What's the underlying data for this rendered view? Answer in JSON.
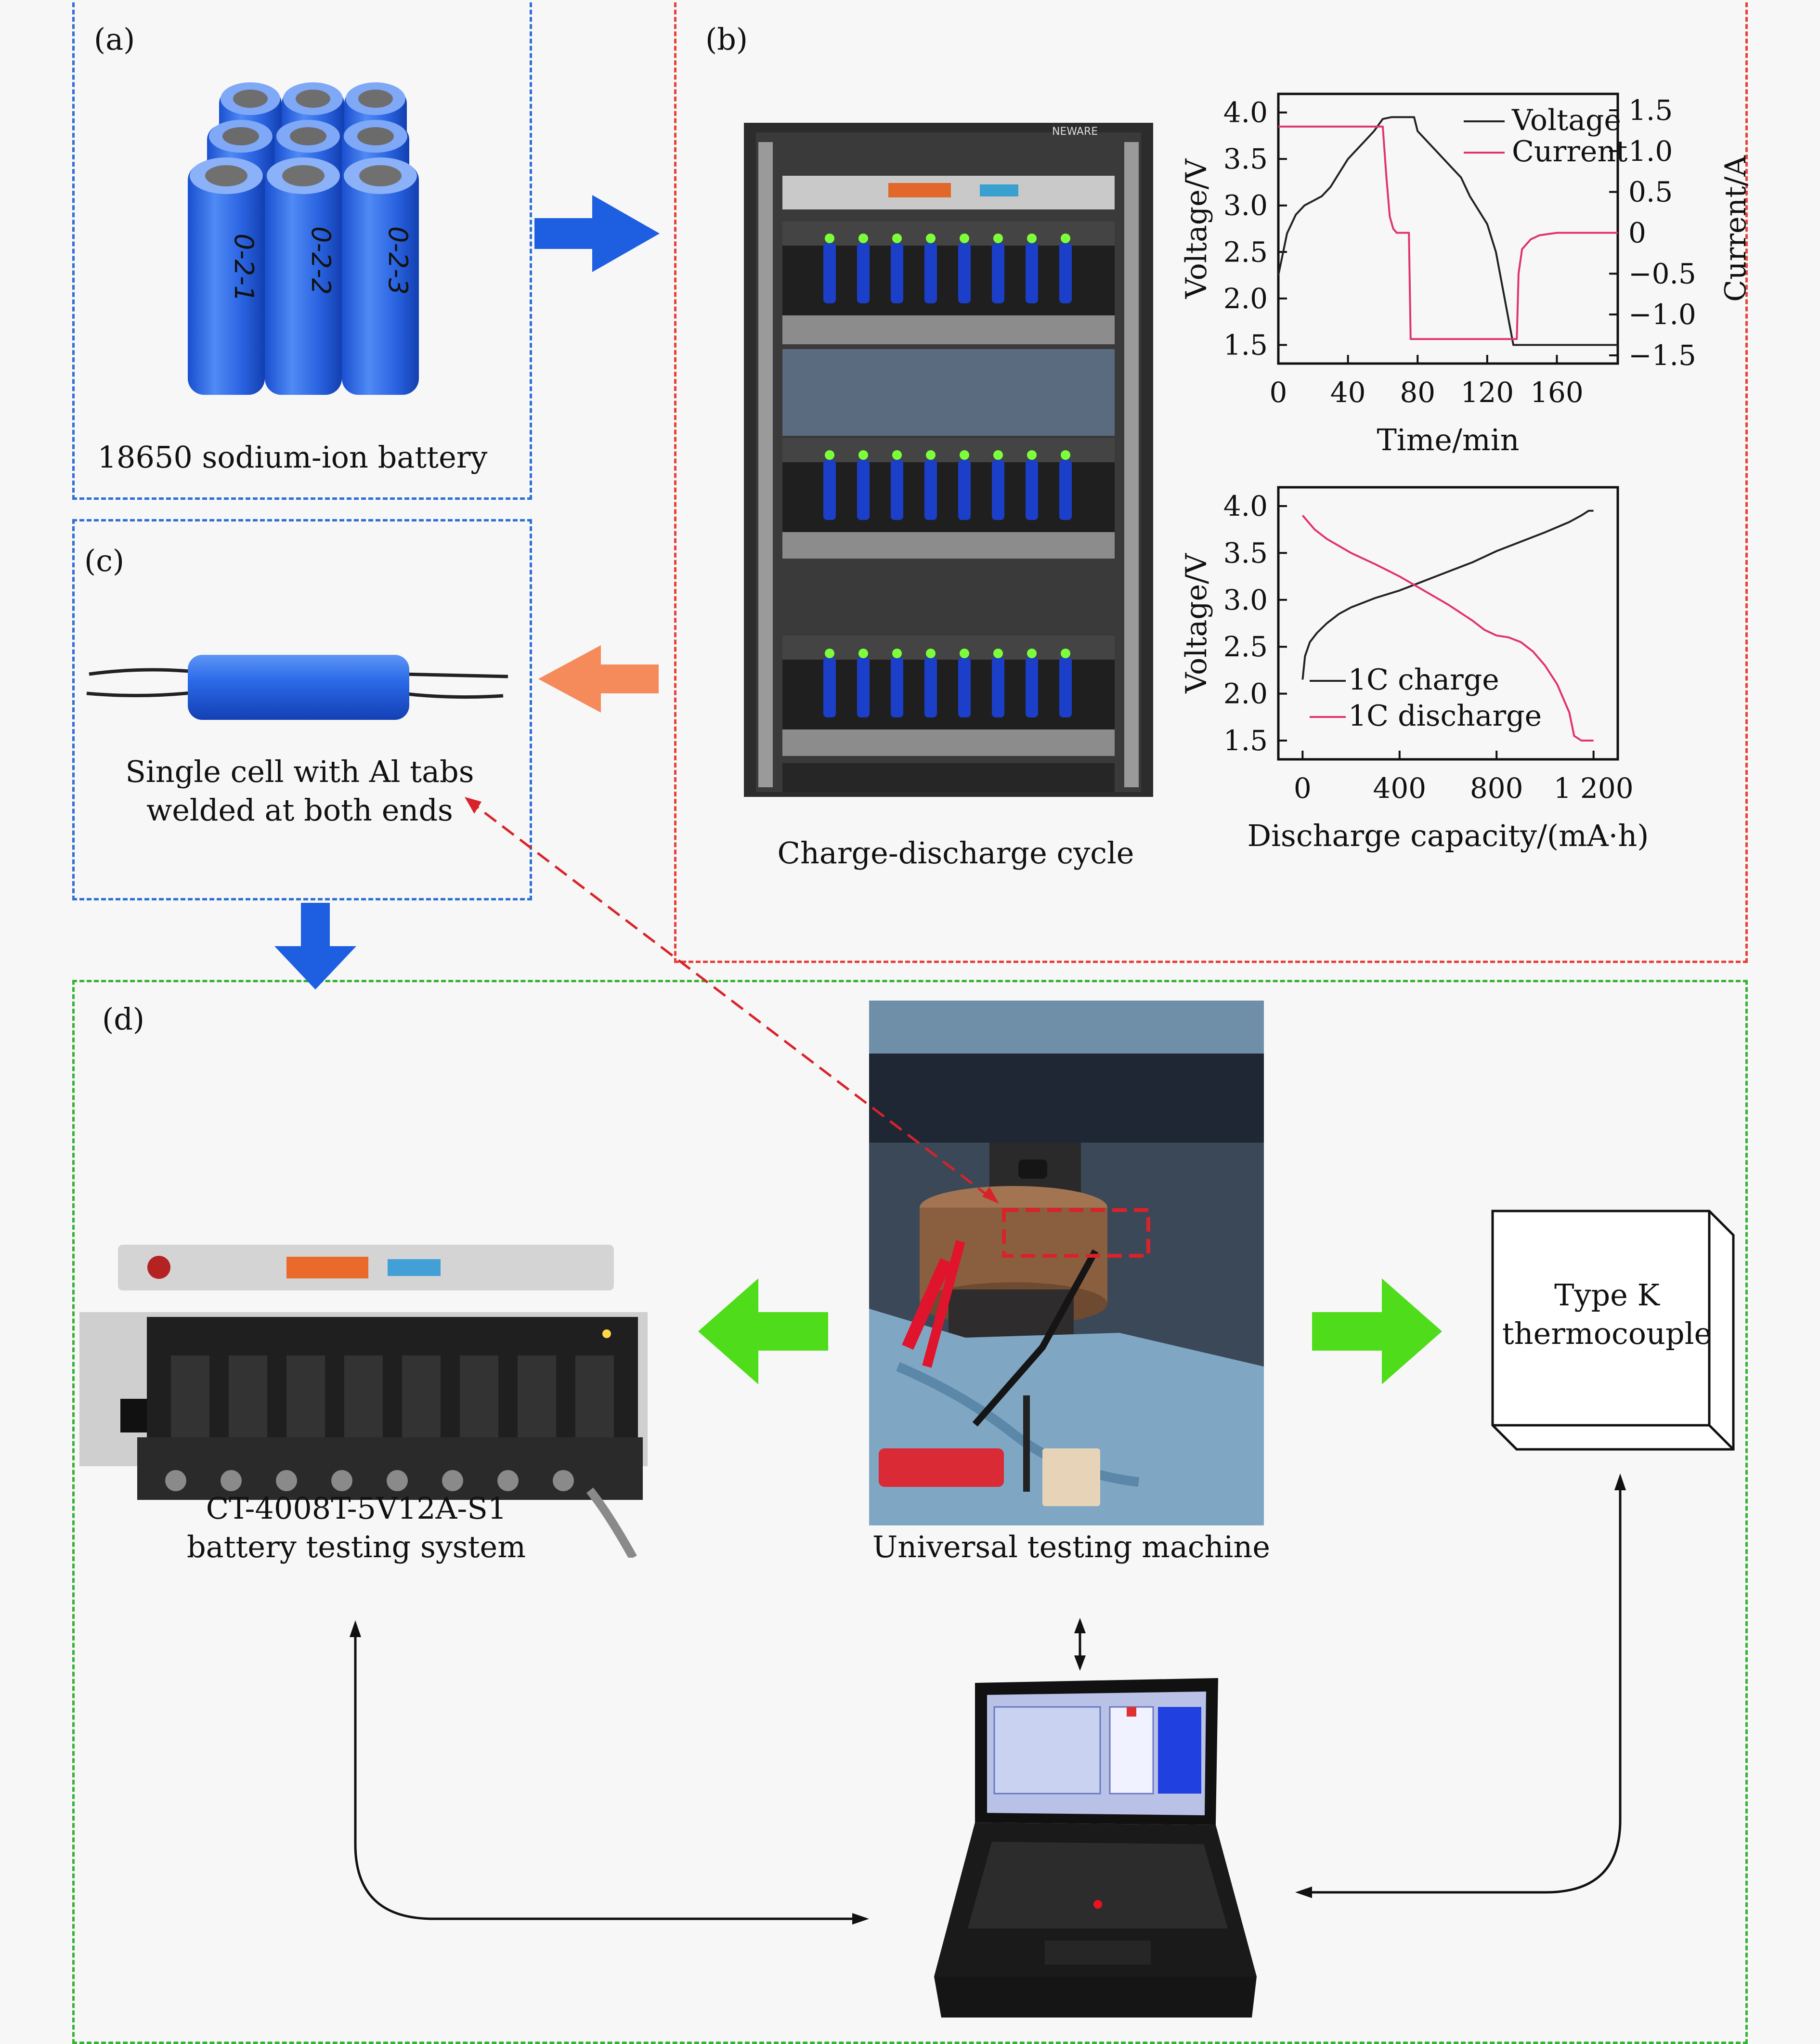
{
  "colors": {
    "panel_a_border": "#2f6fd6",
    "panel_b_border": "#e8403a",
    "panel_c_border": "#2f6fd6",
    "panel_d_border": "#35b335",
    "blue_arrow": "#1e5ee0",
    "orange_arrow": "#f58a5a",
    "green_arrow": "#4fdc1a",
    "voltage_line": "#222222",
    "current_line": "#e0336a",
    "red_dashed_link": "#d8232a"
  },
  "panels": {
    "a": {
      "label": "(a)",
      "caption": "18650 sodium-ion battery",
      "cell_marks": [
        "0-2-1",
        "0-2-2",
        "0-2-3"
      ]
    },
    "b": {
      "label": "(b)",
      "caption": "Charge-discharge cycle",
      "cabinet_brand": "NEWARE"
    },
    "c": {
      "label": "(c)",
      "caption_line1": "Single cell with Al tabs",
      "caption_line2": "welded at both ends"
    },
    "d": {
      "label": "(d)",
      "tester_line1": "CT-4008T-5V12A-S1",
      "tester_line2": "battery testing system",
      "machine_caption": "Universal testing machine",
      "thermo_line1": "Type K",
      "thermo_line2": "thermocouple"
    }
  },
  "chart_data": [
    {
      "type": "line",
      "title": "",
      "xlabel": "Time/min",
      "ylabel": "Voltage/V",
      "ylabel_right": "Current/A",
      "xlim": [
        0,
        195
      ],
      "ylim": [
        1.3,
        4.2
      ],
      "ylim_right": [
        -1.6,
        1.7
      ],
      "xticks": [
        "0",
        "40",
        "80",
        "120",
        "160"
      ],
      "yticks": [
        "1.5",
        "2.0",
        "2.5",
        "3.0",
        "3.5",
        "4.0"
      ],
      "yticks_right": [
        "−1.5",
        "−1.0",
        "−0.5",
        "0",
        "0.5",
        "1.0",
        "1.5"
      ],
      "legend_position": "top-right",
      "series": [
        {
          "name": "Voltage",
          "axis": "left",
          "color": "#222222",
          "x": [
            0,
            5,
            10,
            15,
            20,
            25,
            30,
            35,
            40,
            45,
            50,
            55,
            60,
            65,
            70,
            75,
            78,
            80,
            85,
            90,
            95,
            100,
            105,
            110,
            115,
            120,
            125,
            130,
            135,
            136,
            145,
            160,
            175,
            195
          ],
          "y": [
            2.25,
            2.7,
            2.9,
            3.0,
            3.05,
            3.1,
            3.2,
            3.35,
            3.5,
            3.6,
            3.7,
            3.8,
            3.93,
            3.95,
            3.95,
            3.95,
            3.95,
            3.8,
            3.7,
            3.6,
            3.5,
            3.4,
            3.3,
            3.1,
            2.95,
            2.8,
            2.5,
            2.0,
            1.5,
            1.5,
            1.5,
            1.5,
            1.5,
            1.5
          ]
        },
        {
          "name": "Current",
          "axis": "right",
          "color": "#e0336a",
          "x": [
            0,
            58,
            60,
            62,
            64,
            66,
            68,
            70,
            72,
            74,
            75,
            76,
            80,
            100,
            120,
            137,
            138,
            140,
            145,
            150,
            160,
            170,
            180,
            195
          ],
          "y": [
            1.3,
            1.3,
            1.3,
            0.7,
            0.2,
            0.05,
            0.0,
            0.0,
            0.0,
            0.0,
            0.0,
            -1.3,
            -1.3,
            -1.3,
            -1.3,
            -1.3,
            -0.5,
            -0.2,
            -0.08,
            -0.03,
            0.0,
            0.0,
            0.0,
            0.0
          ]
        }
      ]
    },
    {
      "type": "line",
      "title": "",
      "xlabel": "Discharge capacity/(mA·h)",
      "ylabel": "Voltage/V",
      "xlim": [
        -100,
        1300
      ],
      "ylim": [
        1.3,
        4.2
      ],
      "xticks": [
        "0",
        "400",
        "800",
        "1 200"
      ],
      "yticks": [
        "1.5",
        "2.0",
        "2.5",
        "3.0",
        "3.5",
        "4.0"
      ],
      "legend_position": "bottom-left",
      "series": [
        {
          "name": "1C charge",
          "color": "#222222",
          "x": [
            0,
            10,
            30,
            60,
            100,
            150,
            200,
            300,
            400,
            500,
            600,
            700,
            800,
            900,
            1000,
            1100,
            1150,
            1180,
            1200
          ],
          "y": [
            2.15,
            2.4,
            2.55,
            2.65,
            2.75,
            2.85,
            2.92,
            3.02,
            3.1,
            3.2,
            3.3,
            3.4,
            3.52,
            3.62,
            3.72,
            3.83,
            3.9,
            3.95,
            3.95
          ]
        },
        {
          "name": "1C discharge",
          "color": "#e0336a",
          "x": [
            0,
            50,
            100,
            200,
            300,
            400,
            500,
            600,
            700,
            750,
            800,
            850,
            900,
            950,
            1000,
            1050,
            1100,
            1120,
            1150,
            1200
          ],
          "y": [
            3.9,
            3.75,
            3.65,
            3.5,
            3.38,
            3.25,
            3.1,
            2.95,
            2.78,
            2.68,
            2.62,
            2.6,
            2.55,
            2.45,
            2.3,
            2.1,
            1.8,
            1.55,
            1.5,
            1.5
          ]
        }
      ]
    }
  ]
}
